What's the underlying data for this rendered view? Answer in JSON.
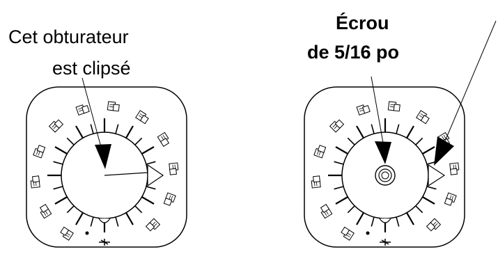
{
  "left_panel": {
    "label_line1": "Cet obturateur",
    "label_line2": "est clipsé"
  },
  "right_panel": {
    "label_line1": "Écrou",
    "label_line2": "de 5/16 po"
  },
  "colors": {
    "ink": "#000000",
    "background": "#ffffff"
  },
  "icon_names": [
    "shutter-icon",
    "nut-icon",
    "tool-icon",
    "arrow-icon"
  ]
}
